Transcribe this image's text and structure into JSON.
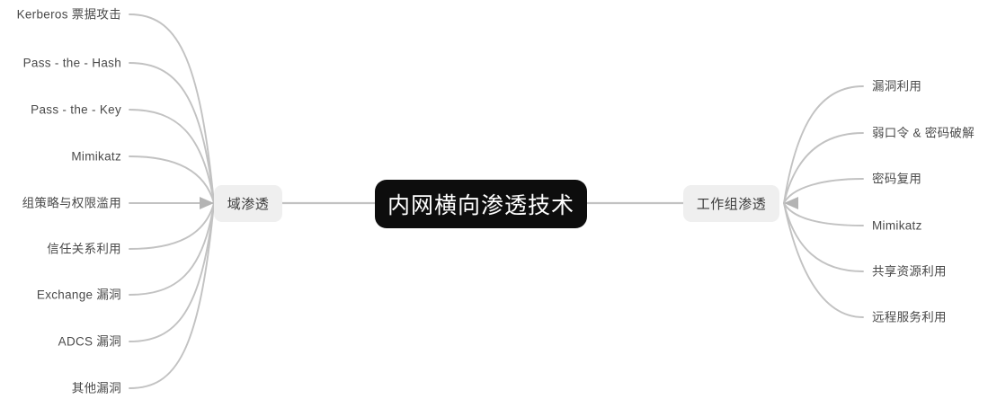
{
  "diagram": {
    "title": "内网横向渗透技术",
    "type": "mindmap",
    "background_color": "#ffffff",
    "center_node": {
      "label": "内网横向渗透技术",
      "fill": "#0d0d0d",
      "text_color": "#ffffff"
    },
    "branches": [
      {
        "id": "domain",
        "label": "域渗透",
        "side": "left",
        "fill": "#efefef",
        "text_color": "#3a3a3a",
        "leaves": [
          {
            "label": "Kerberos 票据攻击"
          },
          {
            "label": "Pass - the - Hash"
          },
          {
            "label": "Pass - the - Key"
          },
          {
            "label": "Mimikatz"
          },
          {
            "label": "组策略与权限滥用"
          },
          {
            "label": "信任关系利用"
          },
          {
            "label": "Exchange 漏洞"
          },
          {
            "label": "ADCS 漏洞"
          },
          {
            "label": "其他漏洞"
          }
        ]
      },
      {
        "id": "workgroup",
        "label": "工作组渗透",
        "side": "right",
        "fill": "#efefef",
        "text_color": "#3a3a3a",
        "leaves": [
          {
            "label": "漏洞利用"
          },
          {
            "label": "弱口令 & 密码破解"
          },
          {
            "label": "密码复用"
          },
          {
            "label": "Mimikatz"
          },
          {
            "label": "共享资源利用"
          },
          {
            "label": "远程服务利用"
          }
        ]
      }
    ],
    "connector_color": "#c2c2c2",
    "leaf_text_color": "#4a4a4a"
  }
}
